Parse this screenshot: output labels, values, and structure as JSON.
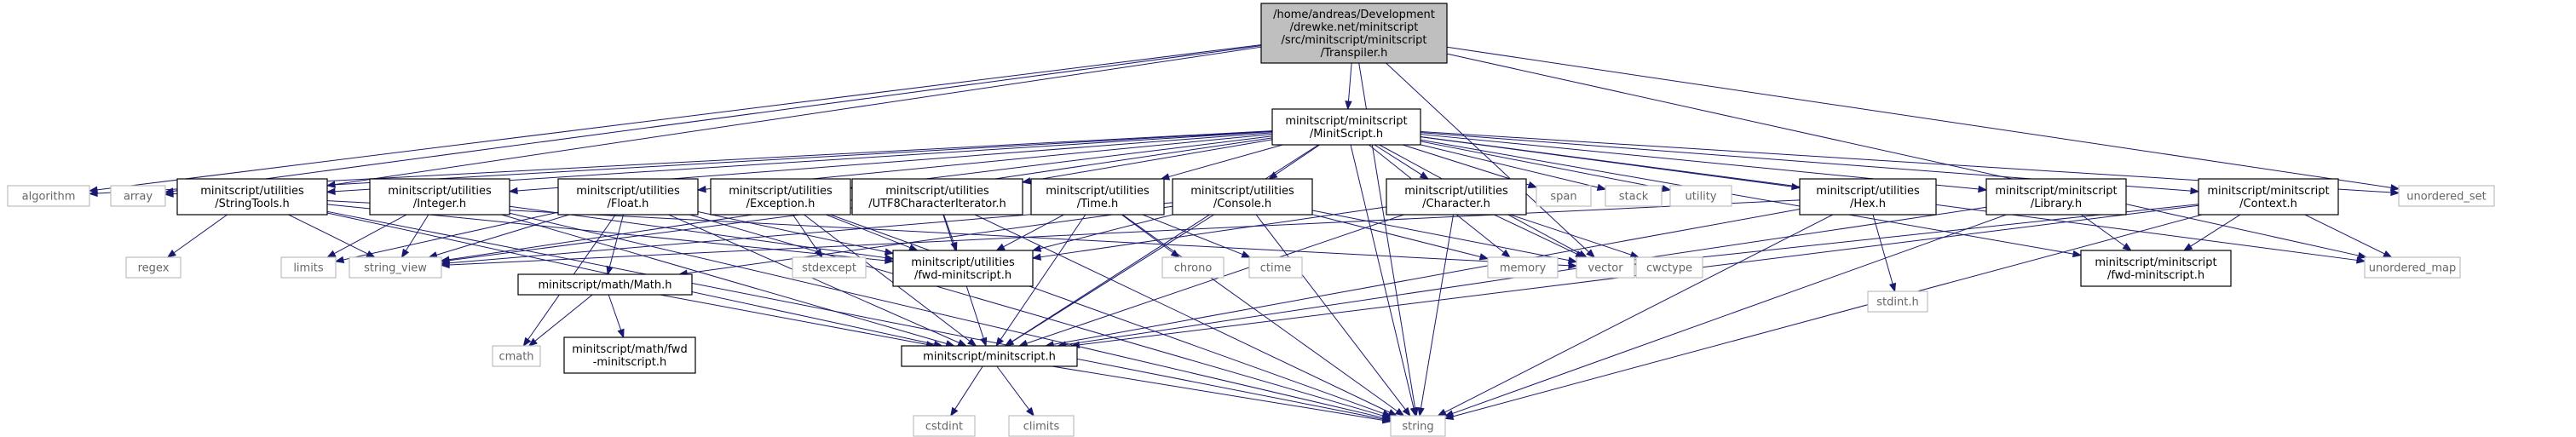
{
  "nodes": [
    {
      "id": "root",
      "lines": [
        "/home/andreas/Development",
        "/drewke.net/minitscript",
        "/src/minitscript/minitscript",
        "/Transpiler.h"
      ],
      "kind": "root"
    },
    {
      "id": "ms",
      "lines": [
        "minitscript/minitscript",
        "/MinitScript.h"
      ],
      "kind": "file"
    },
    {
      "id": "algorithm",
      "lines": [
        "algorithm"
      ],
      "kind": "sys"
    },
    {
      "id": "array",
      "lines": [
        "array"
      ],
      "kind": "sys"
    },
    {
      "id": "strtools",
      "lines": [
        "minitscript/utilities",
        "/StringTools.h"
      ],
      "kind": "file"
    },
    {
      "id": "integer",
      "lines": [
        "minitscript/utilities",
        "/Integer.h"
      ],
      "kind": "file"
    },
    {
      "id": "float",
      "lines": [
        "minitscript/utilities",
        "/Float.h"
      ],
      "kind": "file"
    },
    {
      "id": "exception",
      "lines": [
        "minitscript/utilities",
        "/Exception.h"
      ],
      "kind": "file"
    },
    {
      "id": "utf8",
      "lines": [
        "minitscript/utilities",
        "/UTF8CharacterIterator.h"
      ],
      "kind": "file"
    },
    {
      "id": "time",
      "lines": [
        "minitscript/utilities",
        "/Time.h"
      ],
      "kind": "file"
    },
    {
      "id": "console",
      "lines": [
        "minitscript/utilities",
        "/Console.h"
      ],
      "kind": "file"
    },
    {
      "id": "character",
      "lines": [
        "minitscript/utilities",
        "/Character.h"
      ],
      "kind": "file"
    },
    {
      "id": "span",
      "lines": [
        "span"
      ],
      "kind": "sys"
    },
    {
      "id": "stack",
      "lines": [
        "stack"
      ],
      "kind": "sys"
    },
    {
      "id": "utility",
      "lines": [
        "utility"
      ],
      "kind": "sys"
    },
    {
      "id": "hex",
      "lines": [
        "minitscript/utilities",
        "/Hex.h"
      ],
      "kind": "file"
    },
    {
      "id": "library",
      "lines": [
        "minitscript/minitscript",
        "/Library.h"
      ],
      "kind": "file"
    },
    {
      "id": "context",
      "lines": [
        "minitscript/minitscript",
        "/Context.h"
      ],
      "kind": "file"
    },
    {
      "id": "unordered_set",
      "lines": [
        "unordered_set"
      ],
      "kind": "sys"
    },
    {
      "id": "regex",
      "lines": [
        "regex"
      ],
      "kind": "sys"
    },
    {
      "id": "limits",
      "lines": [
        "limits"
      ],
      "kind": "sys"
    },
    {
      "id": "string_view",
      "lines": [
        "string_view"
      ],
      "kind": "sys"
    },
    {
      "id": "fwdutil",
      "lines": [
        "minitscript/utilities",
        "/fwd-minitscript.h"
      ],
      "kind": "file"
    },
    {
      "id": "stdexcept",
      "lines": [
        "stdexcept"
      ],
      "kind": "sys"
    },
    {
      "id": "chrono",
      "lines": [
        "chrono"
      ],
      "kind": "sys"
    },
    {
      "id": "ctime",
      "lines": [
        "ctime"
      ],
      "kind": "sys"
    },
    {
      "id": "memory",
      "lines": [
        "memory"
      ],
      "kind": "sys"
    },
    {
      "id": "vector",
      "lines": [
        "vector"
      ],
      "kind": "sys"
    },
    {
      "id": "cwctype",
      "lines": [
        "cwctype"
      ],
      "kind": "sys"
    },
    {
      "id": "stdint",
      "lines": [
        "stdint.h"
      ],
      "kind": "sys"
    },
    {
      "id": "fwdms",
      "lines": [
        "minitscript/minitscript",
        "/fwd-minitscript.h"
      ],
      "kind": "file"
    },
    {
      "id": "unordered_map",
      "lines": [
        "unordered_map"
      ],
      "kind": "sys"
    },
    {
      "id": "math",
      "lines": [
        "minitscript/math/Math.h"
      ],
      "kind": "file"
    },
    {
      "id": "cmath",
      "lines": [
        "cmath"
      ],
      "kind": "sys"
    },
    {
      "id": "fwdmath",
      "lines": [
        "minitscript/math/fwd",
        "-minitscript.h"
      ],
      "kind": "file"
    },
    {
      "id": "mscore",
      "lines": [
        "minitscript/minitscript.h"
      ],
      "kind": "file"
    },
    {
      "id": "cstdint",
      "lines": [
        "cstdint"
      ],
      "kind": "sys"
    },
    {
      "id": "climits",
      "lines": [
        "climits"
      ],
      "kind": "sys"
    },
    {
      "id": "string",
      "lines": [
        "string"
      ],
      "kind": "sys"
    }
  ],
  "edges": [
    [
      "root",
      "ms"
    ],
    [
      "root",
      "algorithm"
    ],
    [
      "root",
      "array"
    ],
    [
      "root",
      "strtools"
    ],
    [
      "root",
      "string"
    ],
    [
      "root",
      "unordered_set"
    ],
    [
      "root",
      "unordered_map"
    ],
    [
      "root",
      "vector"
    ],
    [
      "ms",
      "algorithm"
    ],
    [
      "ms",
      "array"
    ],
    [
      "ms",
      "strtools"
    ],
    [
      "ms",
      "integer"
    ],
    [
      "ms",
      "float"
    ],
    [
      "ms",
      "exception"
    ],
    [
      "ms",
      "utf8"
    ],
    [
      "ms",
      "time"
    ],
    [
      "ms",
      "console"
    ],
    [
      "ms",
      "character"
    ],
    [
      "ms",
      "span"
    ],
    [
      "ms",
      "stack"
    ],
    [
      "ms",
      "utility"
    ],
    [
      "ms",
      "hex"
    ],
    [
      "ms",
      "library"
    ],
    [
      "ms",
      "context"
    ],
    [
      "ms",
      "unordered_set"
    ],
    [
      "ms",
      "unordered_map"
    ],
    [
      "ms",
      "string_view"
    ],
    [
      "ms",
      "memory"
    ],
    [
      "ms",
      "vector"
    ],
    [
      "ms",
      "string"
    ],
    [
      "ms",
      "mscore"
    ],
    [
      "ms",
      "fwdms"
    ],
    [
      "strtools",
      "regex"
    ],
    [
      "strtools",
      "string_view"
    ],
    [
      "strtools",
      "fwdutil"
    ],
    [
      "strtools",
      "mscore"
    ],
    [
      "strtools",
      "string"
    ],
    [
      "strtools",
      "vector"
    ],
    [
      "integer",
      "limits"
    ],
    [
      "integer",
      "string_view"
    ],
    [
      "integer",
      "fwdutil"
    ],
    [
      "integer",
      "mscore"
    ],
    [
      "integer",
      "string"
    ],
    [
      "float",
      "limits"
    ],
    [
      "float",
      "string_view"
    ],
    [
      "float",
      "cmath"
    ],
    [
      "float",
      "math"
    ],
    [
      "float",
      "fwdutil"
    ],
    [
      "float",
      "mscore"
    ],
    [
      "float",
      "string"
    ],
    [
      "exception",
      "stdexcept"
    ],
    [
      "exception",
      "fwdutil"
    ],
    [
      "exception",
      "mscore"
    ],
    [
      "exception",
      "string"
    ],
    [
      "utf8",
      "string_view"
    ],
    [
      "utf8",
      "fwdutil"
    ],
    [
      "utf8",
      "mscore"
    ],
    [
      "utf8",
      "string"
    ],
    [
      "time",
      "chrono"
    ],
    [
      "time",
      "ctime"
    ],
    [
      "time",
      "fwdutil"
    ],
    [
      "time",
      "mscore"
    ],
    [
      "time",
      "string"
    ],
    [
      "console",
      "fwdutil"
    ],
    [
      "console",
      "memory"
    ],
    [
      "console",
      "string_view"
    ],
    [
      "console",
      "vector"
    ],
    [
      "console",
      "mscore"
    ],
    [
      "console",
      "string"
    ],
    [
      "console",
      "math"
    ],
    [
      "character",
      "cwctype"
    ],
    [
      "character",
      "fwdutil"
    ],
    [
      "character",
      "mscore"
    ],
    [
      "character",
      "string"
    ],
    [
      "character",
      "vector"
    ],
    [
      "hex",
      "stdint"
    ],
    [
      "hex",
      "string_view"
    ],
    [
      "hex",
      "mscore"
    ],
    [
      "hex",
      "string"
    ],
    [
      "library",
      "fwdms"
    ],
    [
      "library",
      "mscore"
    ],
    [
      "library",
      "string"
    ],
    [
      "context",
      "fwdms"
    ],
    [
      "context",
      "unordered_map"
    ],
    [
      "context",
      "vector"
    ],
    [
      "context",
      "mscore"
    ],
    [
      "context",
      "string"
    ],
    [
      "math",
      "cmath"
    ],
    [
      "math",
      "fwdmath"
    ],
    [
      "math",
      "mscore"
    ],
    [
      "mscore",
      "cstdint"
    ],
    [
      "mscore",
      "climits"
    ],
    [
      "mscore",
      "string"
    ]
  ]
}
